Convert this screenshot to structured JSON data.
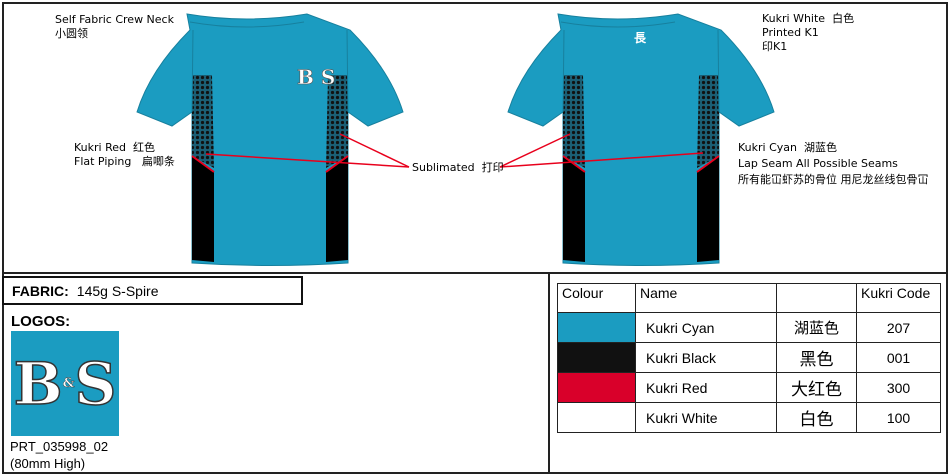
{
  "front_notes": {
    "neck_en": "Self Fabric Crew Neck",
    "neck_cn": "小圆领",
    "piping_en": "Kukri Red",
    "piping_cn": "红色",
    "piping2_en": "Flat Piping",
    "piping2_cn": "扁唧条"
  },
  "center_note": {
    "en": "Sublimated",
    "cn": "打印"
  },
  "back_notes": {
    "white_en": "Kukri White",
    "white_cn": "白色",
    "printed": "Printed K1",
    "printed_cn": "印K1",
    "cyan_en": "Kukri Cyan",
    "cyan_cn": "湖蓝色",
    "seam_en": "Lap Seam All Possible Seams",
    "seam_cn": "所有能冚虾苏的骨位 用尼龙丝线包骨冚"
  },
  "fabric": {
    "label": "FABRIC:",
    "value": "145g S-Spire"
  },
  "logos": {
    "label": "LOGOS:",
    "logo_text": "B&S",
    "code": "PRT_035998_02",
    "size": "(80mm High)"
  },
  "colours": {
    "headers": [
      "Colour",
      "Name",
      "",
      "Kukri Code"
    ],
    "rows": [
      {
        "swatch": "#1b9cc1",
        "name": "Kukri Cyan",
        "cn": "湖蓝色",
        "code": "207"
      },
      {
        "swatch": "#111111",
        "name": "Kukri Black",
        "cn": "黑色",
        "code": "001"
      },
      {
        "swatch": "#d9002a",
        "name": "Kukri Red",
        "cn": "大红色",
        "code": "300"
      },
      {
        "swatch": "#ffffff",
        "name": "Kukri White",
        "cn": "白色",
        "code": "100"
      }
    ]
  },
  "colors": {
    "cyan": "#1b9cc1",
    "black": "#000000",
    "red": "#e8001c"
  }
}
